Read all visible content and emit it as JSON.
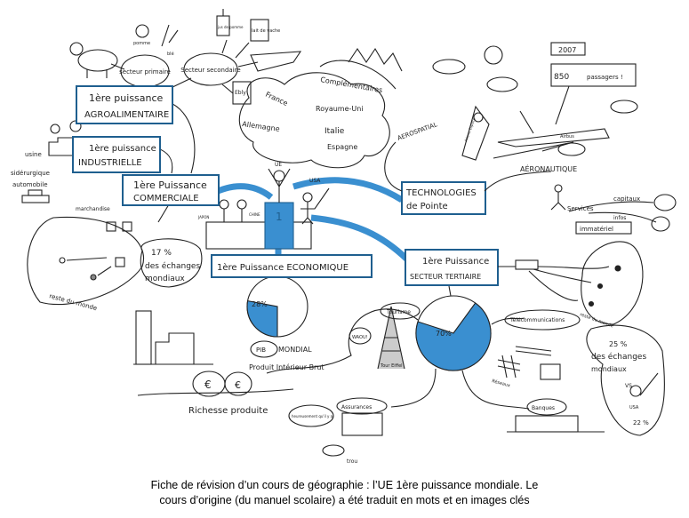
{
  "mindmap": {
    "center": {
      "label": "1",
      "tags": {
        "ue": "UE",
        "usa": "USA",
        "japon": "JAPON",
        "chine": "CHINE"
      }
    },
    "agro": {
      "box_line1": "1ère puissance",
      "box_line2": "AGROALIMENTAIRE",
      "primaire": "secteur primaire",
      "secondaire": "Secteur secondaire",
      "pomme": "pomme",
      "ble": "blé",
      "jus": "jus de pomme",
      "lait": "lait de vache",
      "ebly": "Ebly"
    },
    "industrie": {
      "box_line1": "1ère puissance",
      "box_line2": "INDUSTRIELLE",
      "usine": "usine",
      "siderurgique": "sidérurgique",
      "automobile": "automobile"
    },
    "commerce": {
      "box_line1": "1ère Puissance",
      "box_line2": "COMMERCIALE",
      "marchandise": "marchandise",
      "pct": "17 %",
      "echanges_1": "des échanges",
      "echanges_2": "mondiaux",
      "reste": "reste du monde"
    },
    "ue_countries": {
      "complementaires": "Complémentaires",
      "france": "France",
      "royaume_uni": "Royaume-Uni",
      "allemagne": "Allemagne",
      "italie": "Italie",
      "espagne": "Espagne"
    },
    "economie": {
      "box": "1ère Puissance ECONOMIQUE",
      "pie_pct": 28,
      "pie_label": "28%",
      "pib": "PIB",
      "mondial": "MONDIAL",
      "pib_full": "Produit Intérieur Brut",
      "richesse": "Richesse produite",
      "euro": "€"
    },
    "technologie": {
      "box_line1": "TECHNOLOGIES",
      "box_line2": "de Pointe",
      "aerospatial": "AEROSPATIAL",
      "ariane": "Ariane Espace",
      "aeronautique": "AÉRONAUTIQUE",
      "airbus": "Airbus",
      "year": "2007",
      "passagers": "850",
      "passagers_label": "passagers !"
    },
    "tertiaire": {
      "box_line1": "1ère Puissance",
      "box_line2": "SECTEUR TERTIAIRE",
      "pie_pct": 70,
      "pie_label": "70%",
      "tourisme": "Tourisme",
      "tour_eiffel": "Tour Eiffel",
      "wow": "WAOU!",
      "telecom": "Télécommunications",
      "reseaux": "Réseaux",
      "assurances": "Assurances",
      "heureusement": "heureusement qu'il y a",
      "trou": "trou",
      "banques": "Banques",
      "services": "Services",
      "capitaux": "capitaux",
      "infos": "infos",
      "immateriel": "immatériel",
      "reste": "reste du monde",
      "pct": "25 %",
      "echanges_1": "des échanges",
      "echanges_2": "mondiaux",
      "vs": "VS",
      "usa": "USA",
      "usa_pct": "22 %"
    },
    "colors": {
      "blue": "#3a8fd0",
      "box_border": "#1f5f8f",
      "ink": "#222222"
    }
  },
  "caption": {
    "line1": "Fiche de révision d’un cours de géographie : l’UE 1ère puissance mondiale. Le",
    "line2": "cours d’origine (du manuel scolaire) a été traduit en mots et en images clés"
  }
}
